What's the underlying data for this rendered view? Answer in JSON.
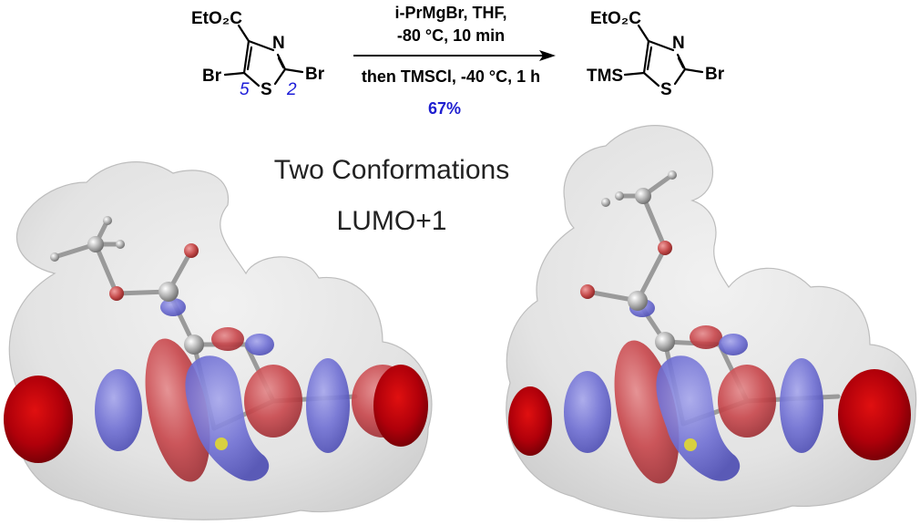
{
  "scheme": {
    "reactant": {
      "ester_label": "EtO₂C",
      "n_label": "N",
      "s_label": "S",
      "br5_label": "Br",
      "br2_label": "Br",
      "pos5": "5",
      "pos2": "2"
    },
    "conditions": {
      "line1": "i-PrMgBr, THF,",
      "line2": "-80 °C, 10 min",
      "line3": "then TMSCl, -40 °C, 1 h",
      "yield": "67%"
    },
    "product": {
      "ester_label": "EtO₂C",
      "n_label": "N",
      "s_label": "S",
      "tms_label": "TMS",
      "br_label": "Br"
    }
  },
  "captions": {
    "title": "Two Conformations",
    "orbital": "LUMO+1"
  },
  "colors": {
    "positive_lobe": "#c0393f",
    "negative_lobe": "#6b6bd0",
    "surface": "#dcdcdc",
    "bromine": "#b0000a",
    "conditions_yield": "#1e1ed0"
  }
}
